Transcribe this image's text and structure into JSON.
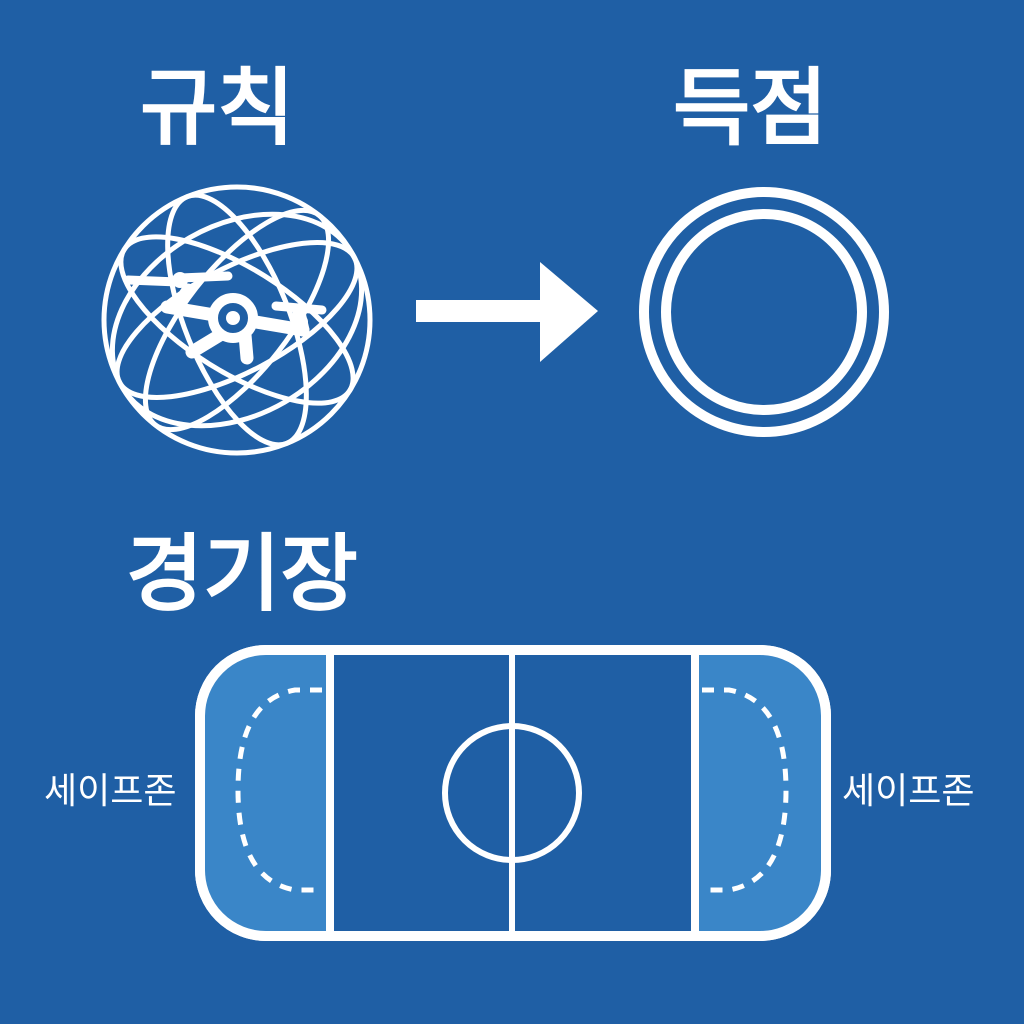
{
  "colors": {
    "background": "#1f5fa5",
    "line": "#ffffff",
    "safe_zone_fill": "#3a86c8"
  },
  "headings": {
    "rules": "규칙",
    "scoring": "득점",
    "arena": "경기장"
  },
  "icons": {
    "rules_icon": "drone-in-spherical-cage-icon",
    "arrow": "arrow-right-icon",
    "scoring_icon": "double-ring-icon"
  },
  "field": {
    "left_zone_label": "세이프존",
    "right_zone_label": "세이프존"
  }
}
